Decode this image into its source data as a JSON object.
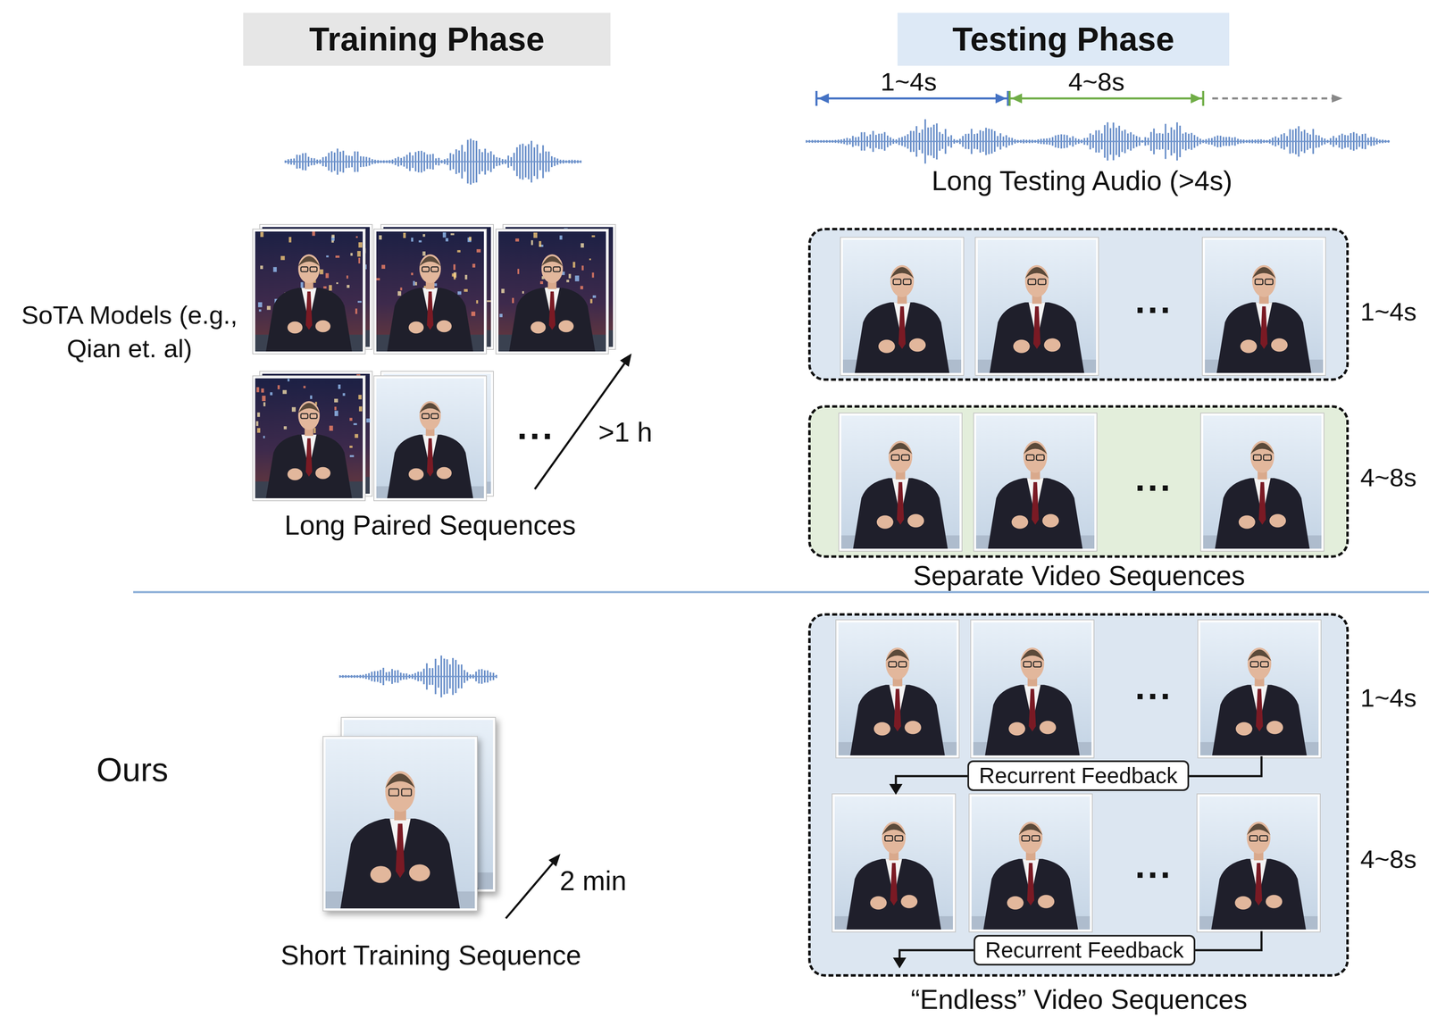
{
  "diagram": {
    "nodes": [
      {
        "text": [
          "Training Phase"
        ]
      },
      {
        "text": [
          "Testing Phase"
        ]
      },
      {
        "text": [
          "...",
          "1~4s"
        ]
      },
      {
        "text": [
          "...",
          "4~8s"
        ]
      },
      {
        "text": [
          "“Endless” Video Sequences",
          "...",
          "1~4s",
          "...",
          "4~8s"
        ]
      },
      {
        "text": [
          "Recurrent Feedback"
        ],
        "in": 4
      },
      {
        "text": [
          "Recurrent Feedback"
        ],
        "in": 4
      }
    ],
    "labels": [
      "SoTA Models (e.g., Qian et. al)",
      "...",
      ">1 h",
      "Long Paired Sequences",
      "1~4s",
      "4~8s",
      "Long Testing Audio (>4s)",
      "Separate Video Sequences",
      "Ours",
      "2 min",
      "Short Training Sequence"
    ]
  }
}
